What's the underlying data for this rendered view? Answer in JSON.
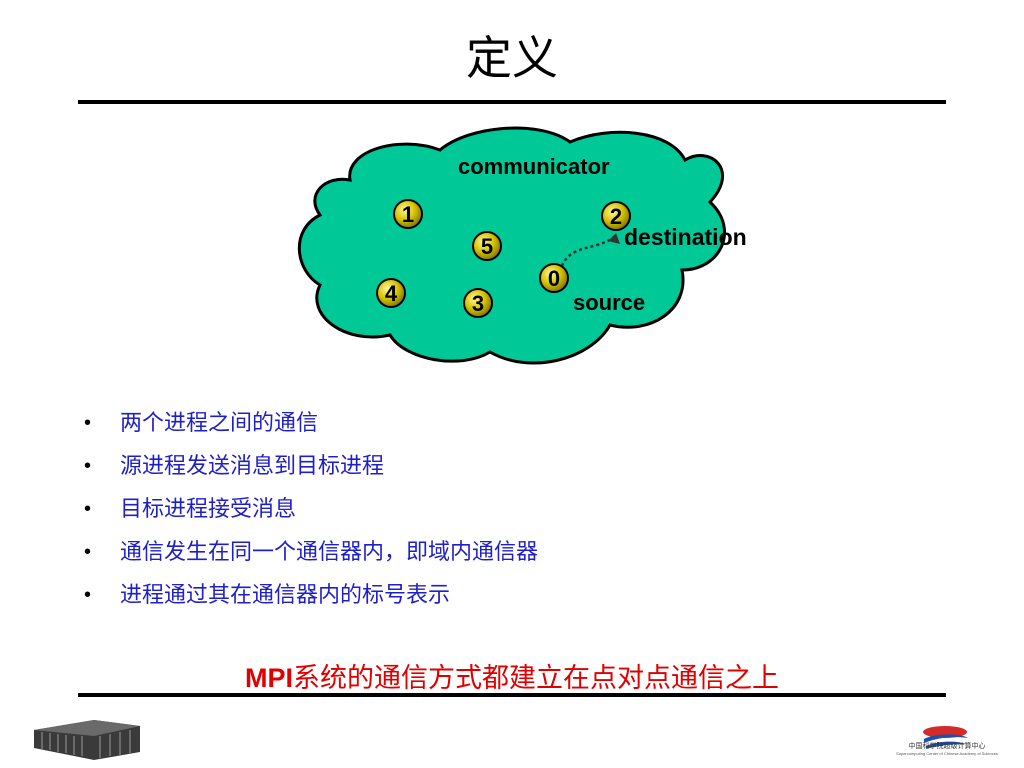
{
  "slide": {
    "title": "定义"
  },
  "diagram": {
    "cloud_label": "communicator",
    "destination_label": "destination",
    "source_label": "source",
    "ranks": [
      "1",
      "2",
      "5",
      "0",
      "4",
      "3"
    ],
    "colors": {
      "cloud": "#00c896",
      "rank_fill": "#d6c400",
      "arrow": "#333333"
    }
  },
  "bullets": [
    "两个进程之间的通信",
    "源进程发送消息到目标进程",
    "目标进程接受消息",
    "通信发生在同一个通信器内，即域内通信器",
    "进程通过其在通信器内的标号表示"
  ],
  "bullet_marker": "•",
  "conclusion": {
    "prefix": "MPI",
    "text": "系统的通信方式都建立在点对点通信之上"
  },
  "footer": {
    "org_name_cn": "中国科学院超级计算中心",
    "org_name_en": "Supercomputing Center of Chinese Academy of Sciences"
  }
}
